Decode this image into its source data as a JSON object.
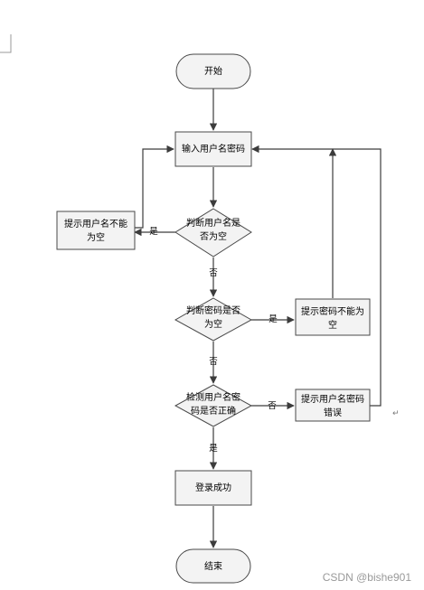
{
  "nodes": {
    "start": "开始",
    "input": "输入用户名密码",
    "check_user_line1": "判断用户名是",
    "check_user_line2": "否为空",
    "warn_user_line1": "提示用户名不能",
    "warn_user_line2": "为空",
    "check_pwd_line1": "判断密码是否",
    "check_pwd_line2": "为空",
    "warn_pwd_line1": "提示密码不能为",
    "warn_pwd_line2": "空",
    "verify_line1": "检测用户名密",
    "verify_line2": "码是否正确",
    "error_line1": "提示用户名密码",
    "error_line2": "错误",
    "success": "登录成功",
    "end": "结束"
  },
  "edge_labels": {
    "user_empty_yes": "是",
    "user_empty_no": "否",
    "pwd_empty_yes": "是",
    "pwd_empty_no": "否",
    "verify_no": "否",
    "verify_yes": "是"
  },
  "watermark": "CSDN @bishe901",
  "paragraph_mark": "↵"
}
